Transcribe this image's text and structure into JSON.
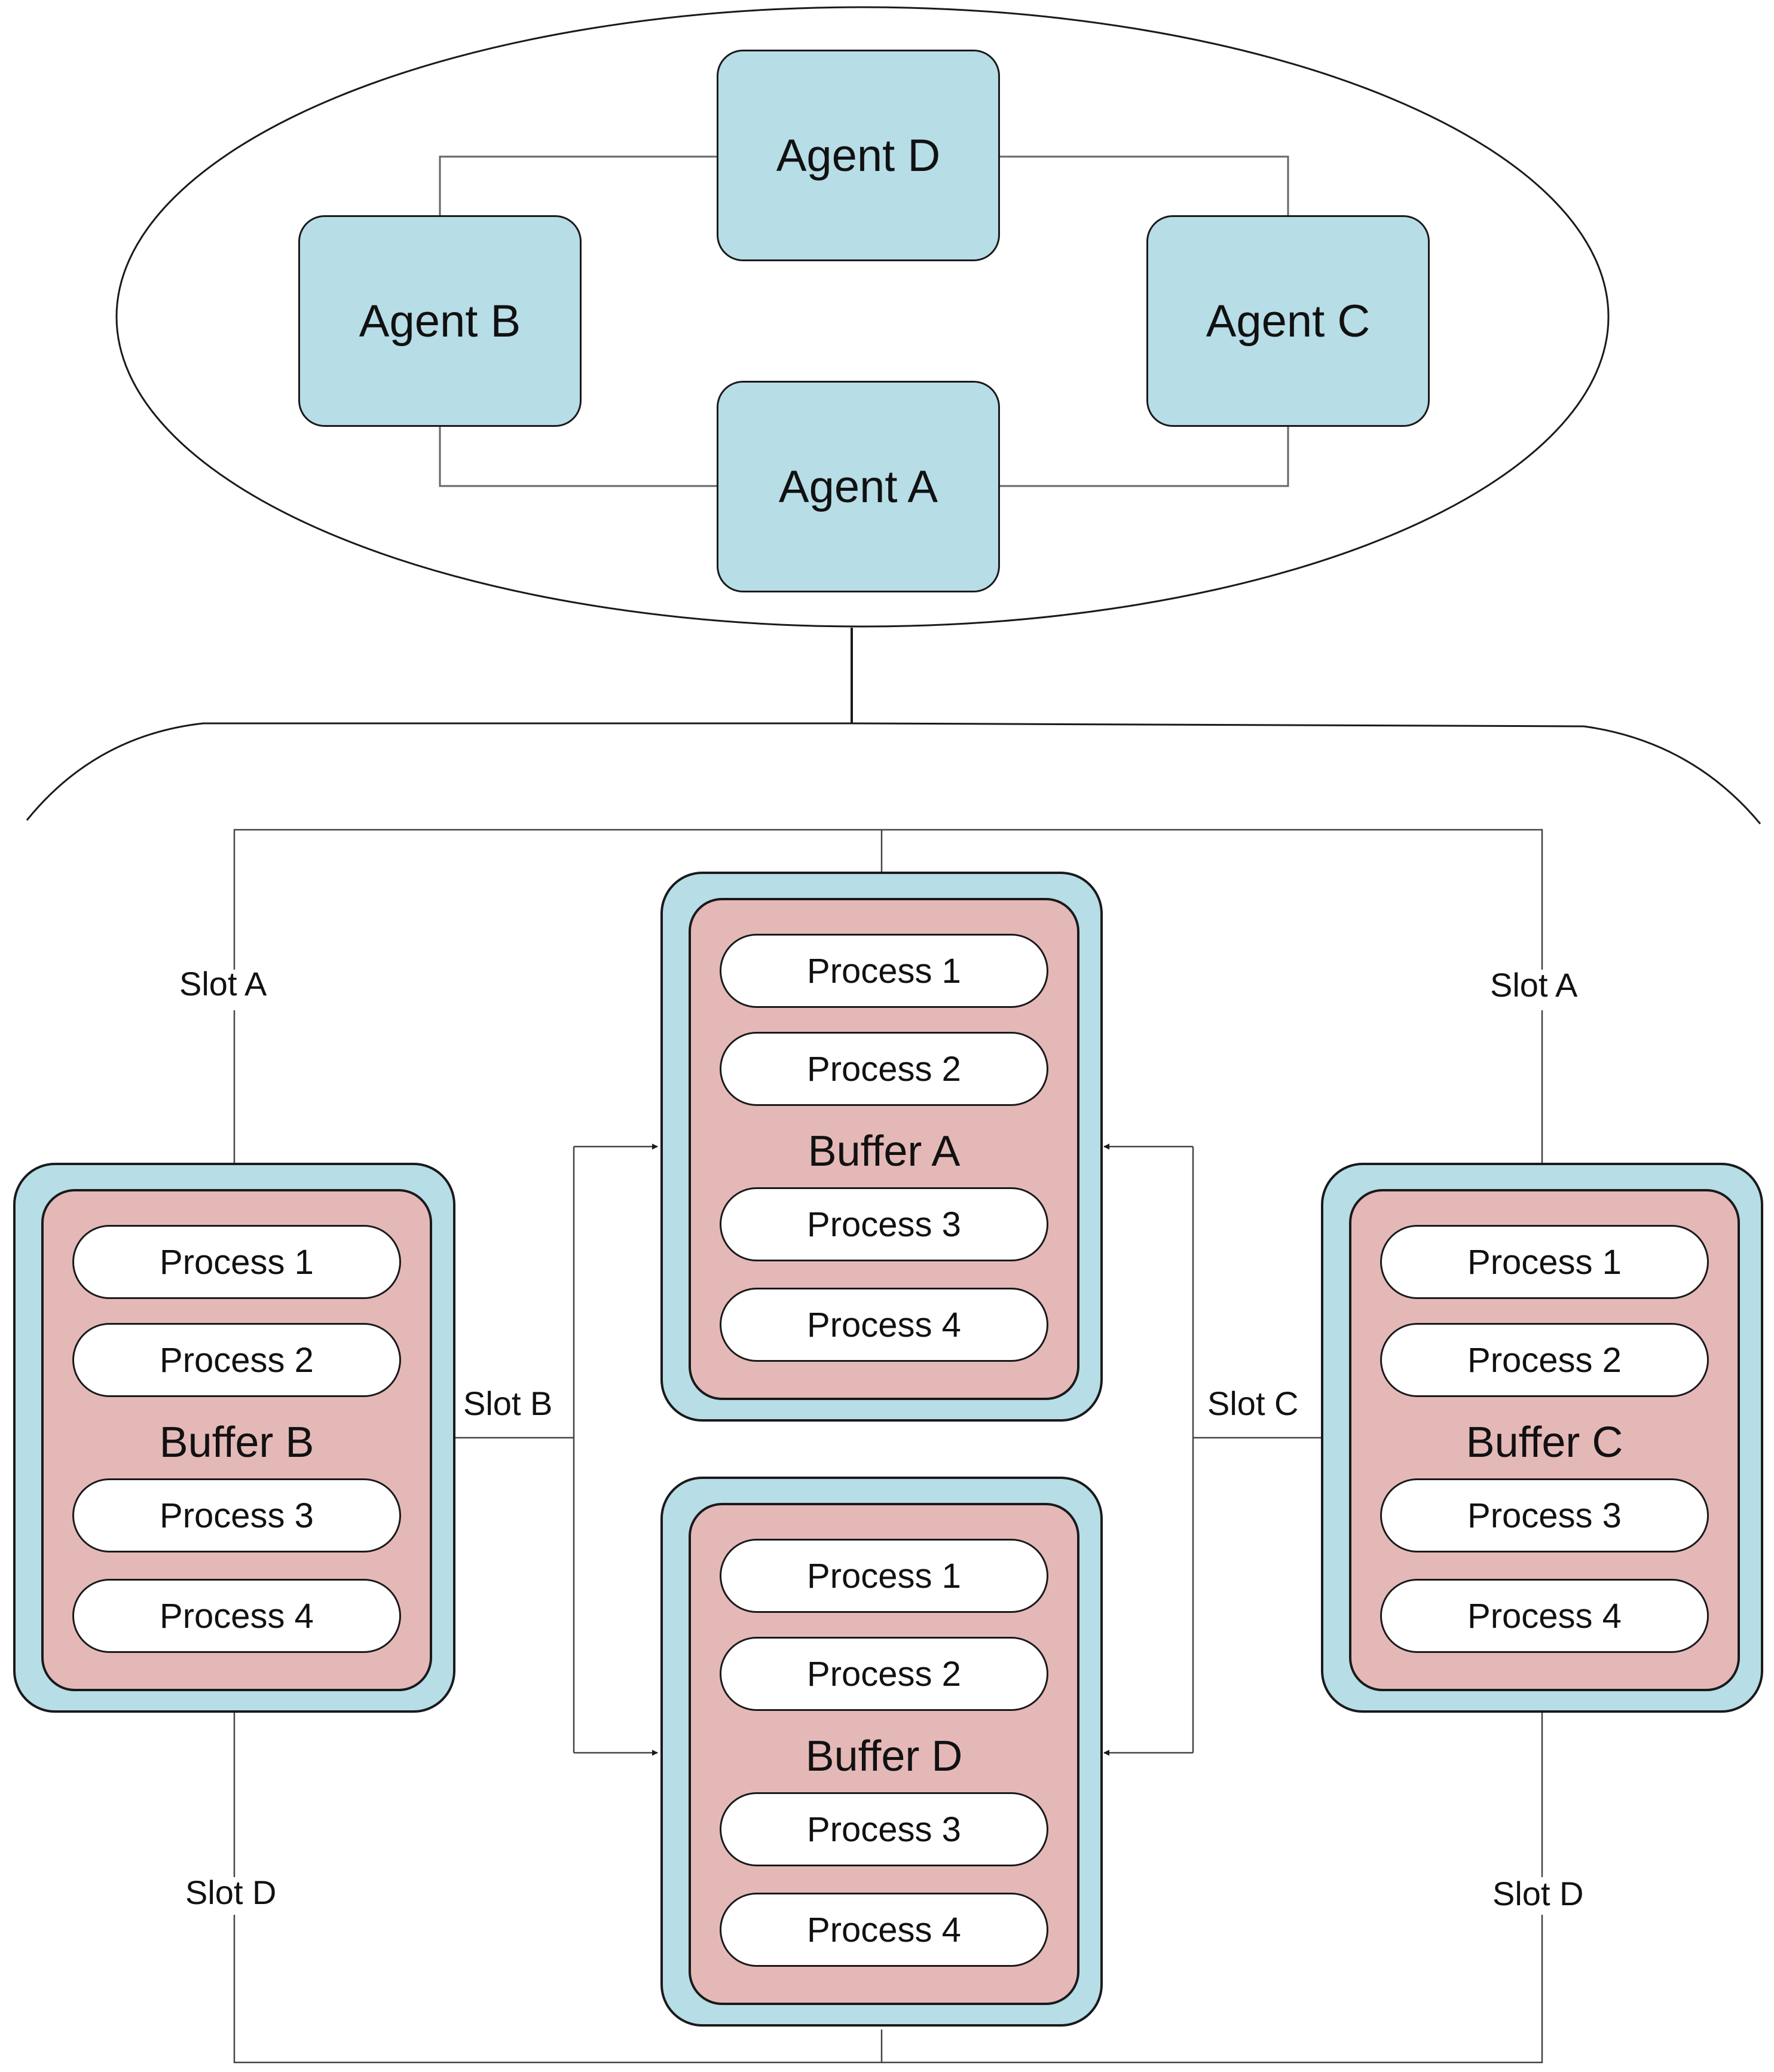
{
  "colors": {
    "agent_fill": "#b7dde7",
    "buffer_outer_fill": "#b7dde7",
    "buffer_inner_fill": "#e5b8b8",
    "process_fill": "#ffffff",
    "line": "#1a1a1a"
  },
  "agents": {
    "a": {
      "label": "Agent A"
    },
    "b": {
      "label": "Agent B"
    },
    "c": {
      "label": "Agent C"
    },
    "d": {
      "label": "Agent D"
    }
  },
  "buffers": {
    "a": {
      "label": "Buffer A",
      "processes": [
        "Process 1",
        "Process 2",
        "Process 3",
        "Process 4"
      ]
    },
    "b": {
      "label": "Buffer B",
      "processes": [
        "Process 1",
        "Process 2",
        "Process 3",
        "Process 4"
      ]
    },
    "c": {
      "label": "Buffer C",
      "processes": [
        "Process 1",
        "Process 2",
        "Process 3",
        "Process 4"
      ]
    },
    "d": {
      "label": "Buffer D",
      "processes": [
        "Process 1",
        "Process 2",
        "Process 3",
        "Process 4"
      ]
    }
  },
  "slots": {
    "top_left": "Slot A",
    "top_right": "Slot A",
    "mid_left": "Slot B",
    "mid_right": "Slot C",
    "bottom_left": "Slot D",
    "bottom_right": "Slot D"
  }
}
